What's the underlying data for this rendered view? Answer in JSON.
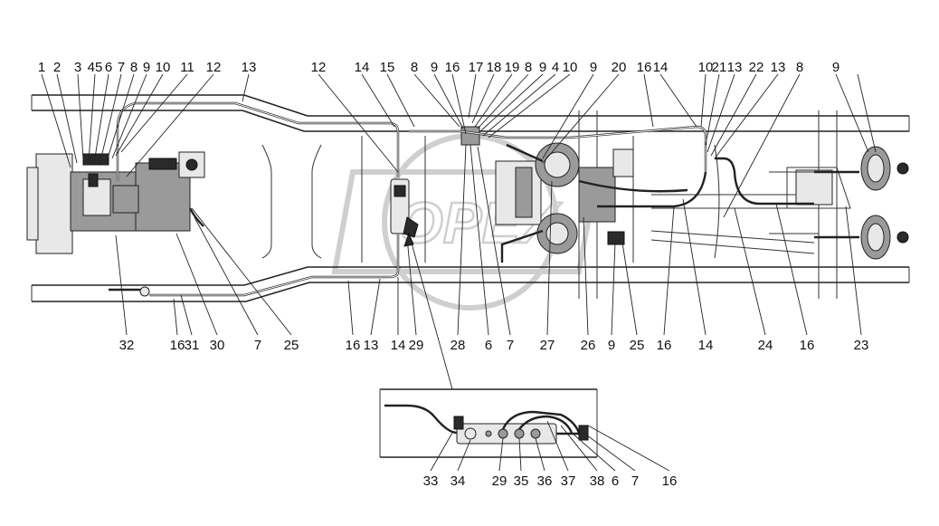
{
  "watermark": "OPEX",
  "labels_top": [
    "1",
    "2",
    "3",
    "45",
    "6",
    "7",
    "8",
    "9",
    "10",
    "11",
    "12",
    "13",
    "12",
    "14",
    "15",
    "8",
    "9",
    "16",
    "17",
    "18",
    "19",
    "8",
    "9",
    "4",
    "10",
    "9",
    "20",
    "16",
    "14",
    "10",
    "21",
    "13",
    "22",
    "13",
    "8",
    "9"
  ],
  "labels_bottom": [
    "32",
    "16",
    "31",
    "30",
    "7",
    "25",
    "16",
    "13",
    "14",
    "29",
    "28",
    "6",
    "7",
    "27",
    "26",
    "9",
    "25",
    "16",
    "14",
    "24",
    "16",
    "23"
  ],
  "labels_inset": [
    "33",
    "34",
    "29",
    "35",
    "36",
    "37",
    "38",
    "6",
    "7",
    "16"
  ]
}
